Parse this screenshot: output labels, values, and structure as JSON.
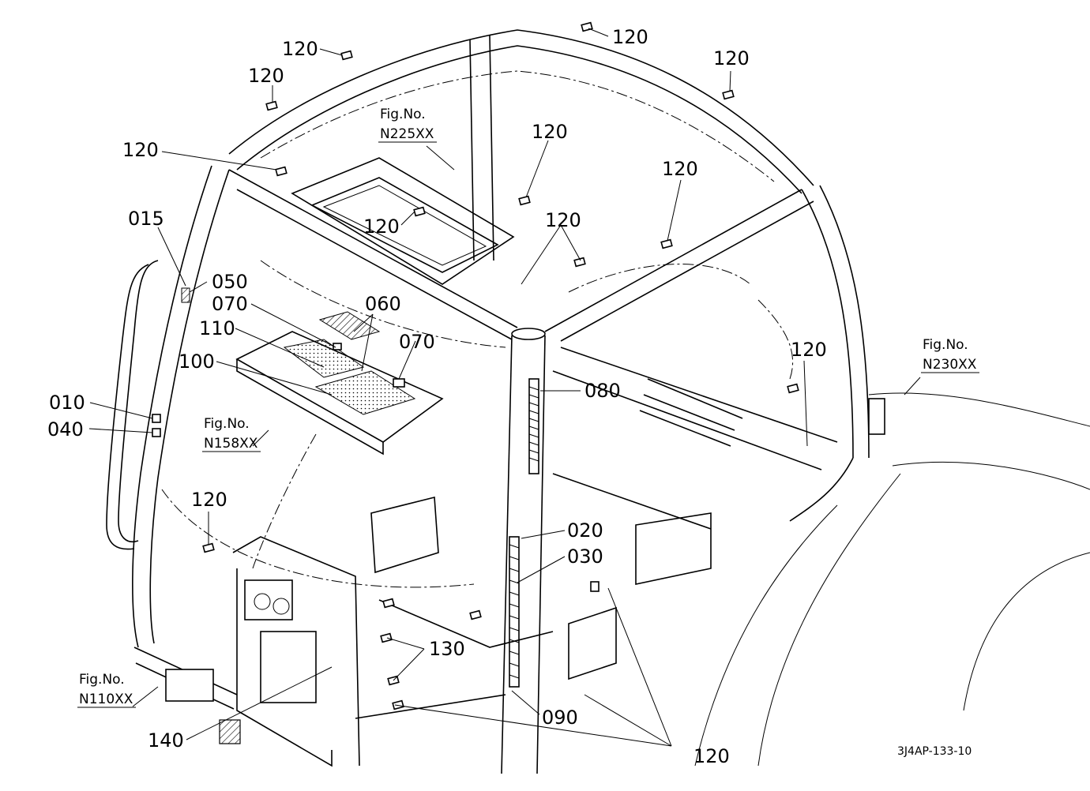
{
  "diagram": {
    "code": "3J4AP-133-10",
    "fig_refs": [
      {
        "label": "Fig.No.",
        "ref": "N225XX"
      },
      {
        "label": "Fig.No.",
        "ref": "N230XX"
      },
      {
        "label": "Fig.No.",
        "ref": "N158XX"
      },
      {
        "label": "Fig.No.",
        "ref": "N110XX"
      }
    ],
    "callouts": [
      "120",
      "015",
      "050",
      "070",
      "060",
      "110",
      "100",
      "070",
      "080",
      "010",
      "040",
      "020",
      "030",
      "130",
      "140",
      "090"
    ],
    "callout_120": "120",
    "colors": {
      "line": "#000000",
      "background": "#ffffff"
    }
  }
}
